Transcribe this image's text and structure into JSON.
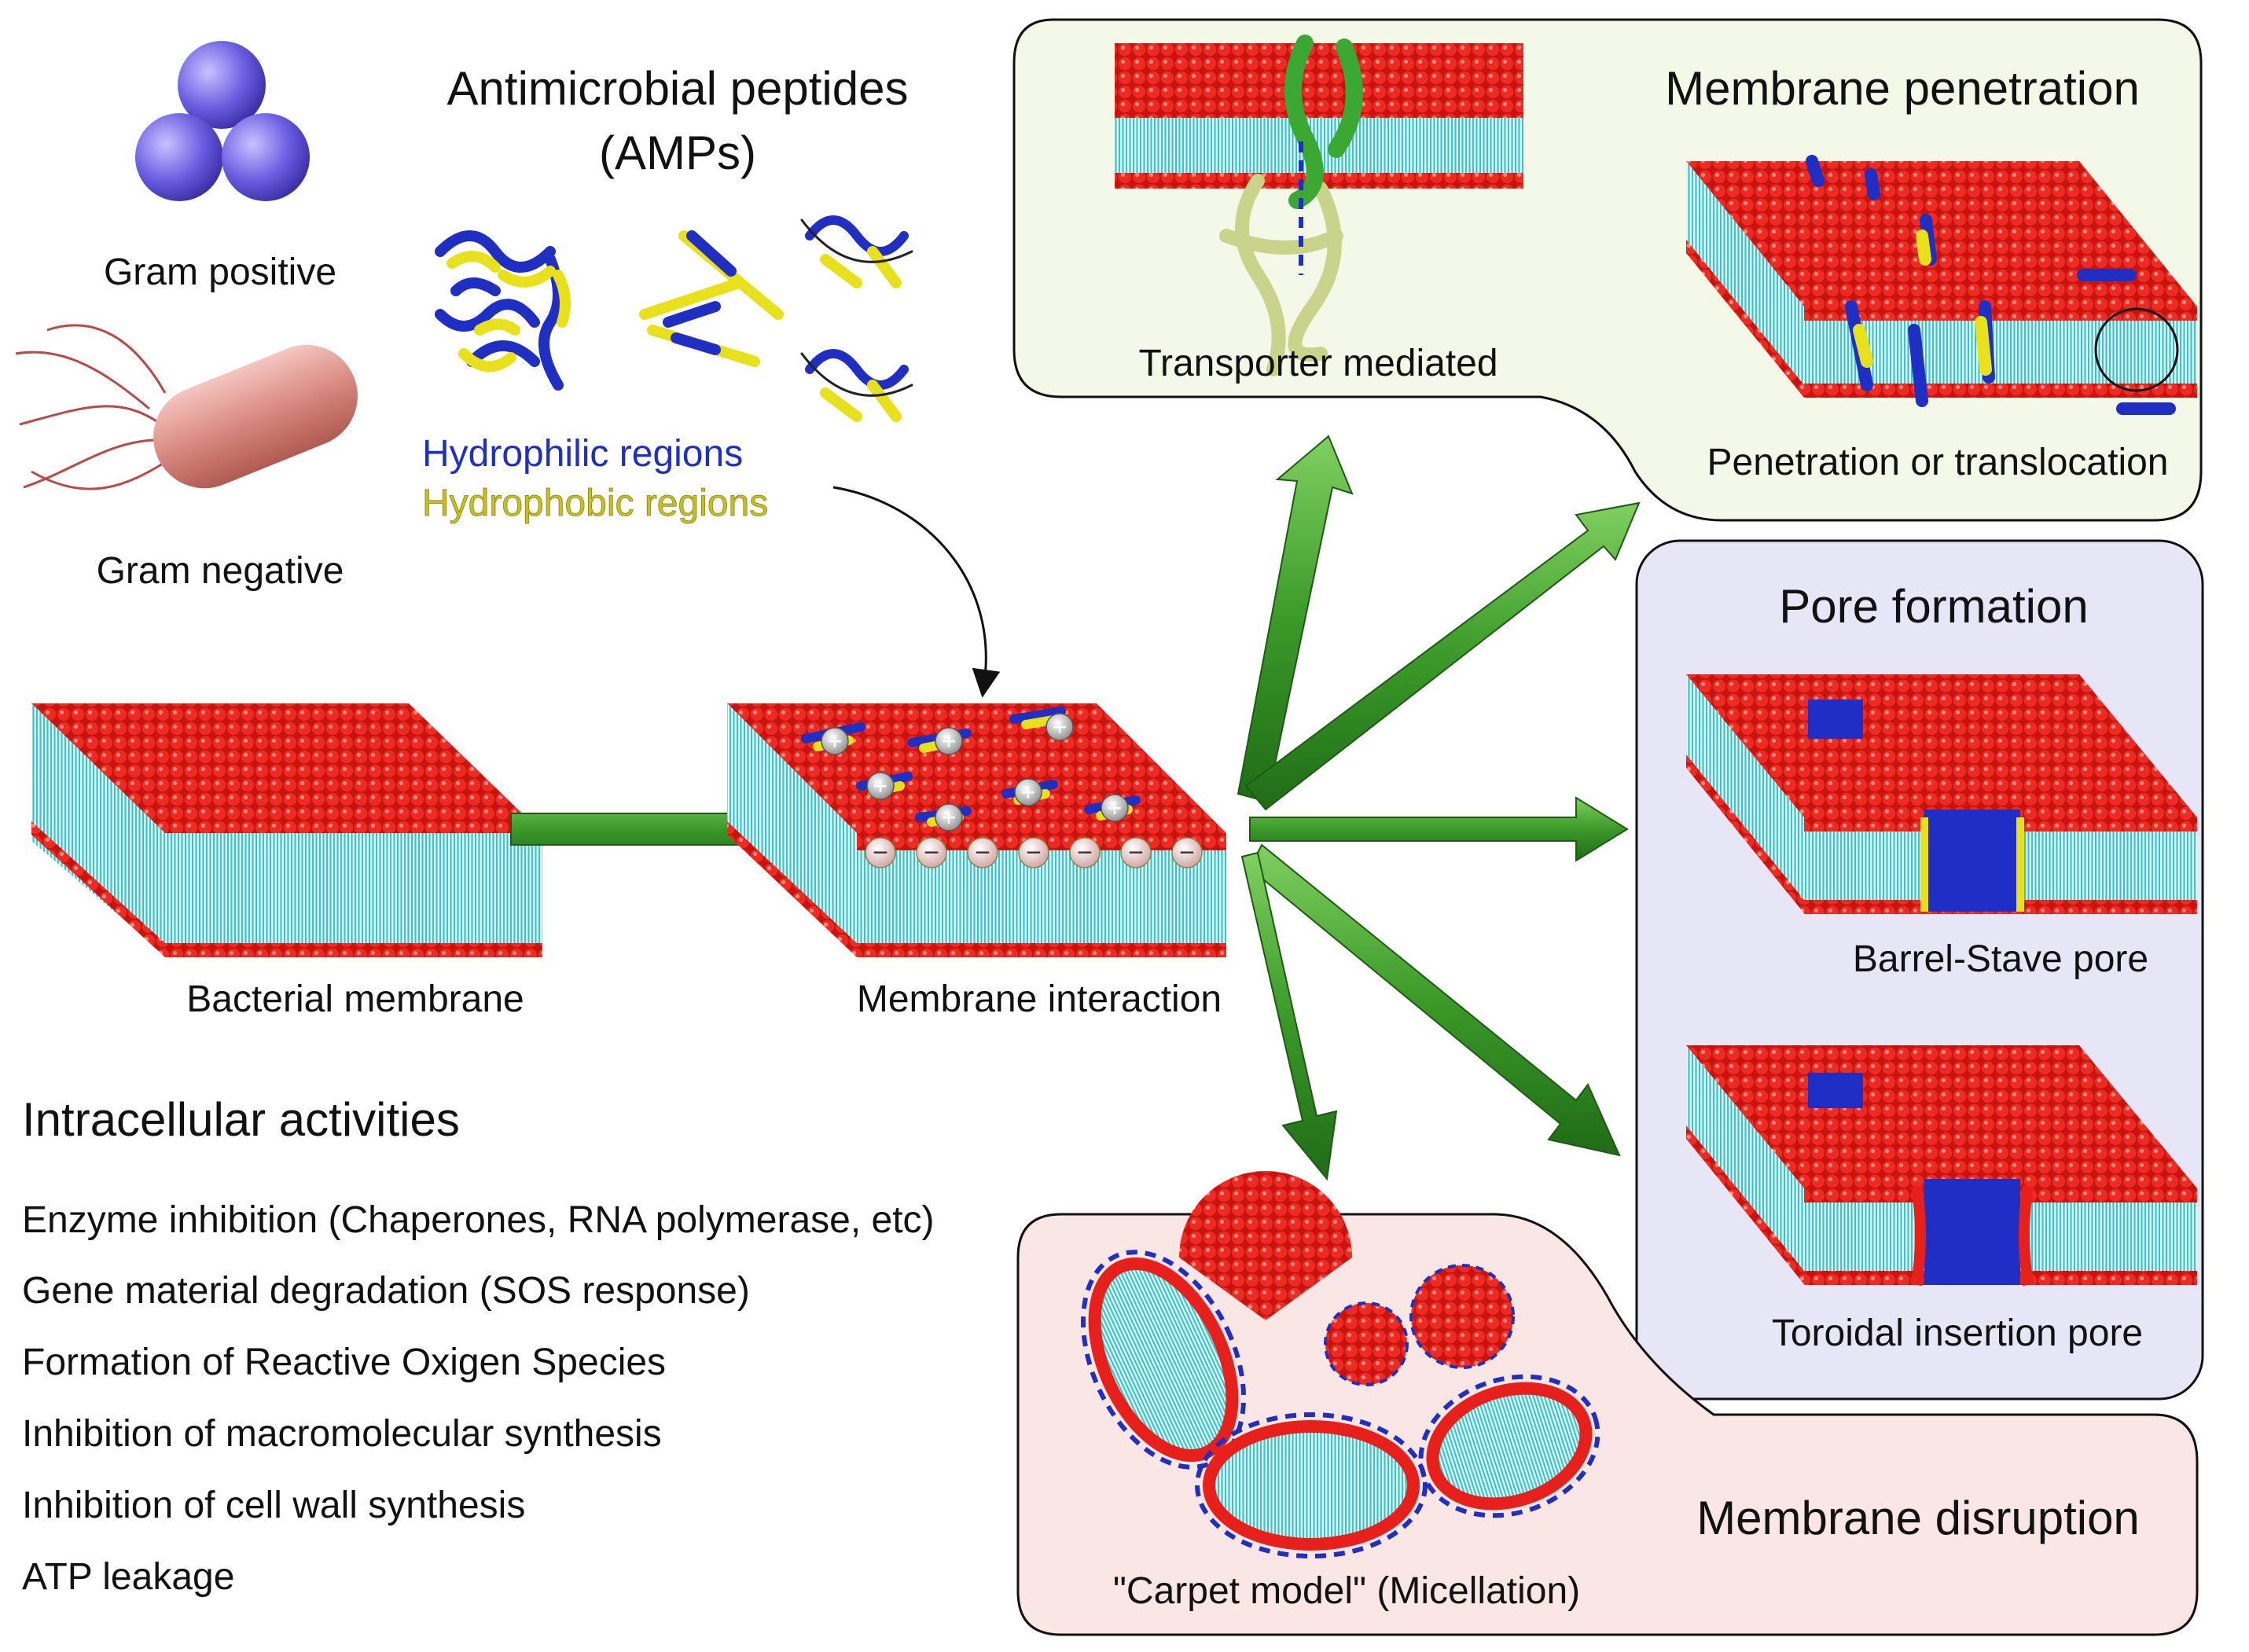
{
  "organisms": {
    "gram_positive": "Gram positive",
    "gram_negative": "Gram negative"
  },
  "amps": {
    "title_line1": "Antimicrobial peptides",
    "title_line2": "(AMPs)",
    "hydrophilic": "Hydrophilic regions",
    "hydrophobic": "Hydrophobic regions"
  },
  "stages": {
    "bacterial_membrane": "Bacterial membrane",
    "membrane_interaction": "Membrane interaction"
  },
  "penetration": {
    "title": "Membrane penetration",
    "transporter": "Transporter mediated",
    "translocation": "Penetration or translocation"
  },
  "pore": {
    "title": "Pore formation",
    "barrel": "Barrel-Stave pore",
    "toroidal": "Toroidal insertion pore"
  },
  "disruption": {
    "title": "Membrane disruption",
    "carpet": "\"Carpet model\" (Micellation)"
  },
  "intracellular": {
    "title": "Intracellular activities",
    "items": [
      "Enzyme inhibition (Chaperones, RNA polymerase, etc)",
      "Gene material degradation (SOS response)",
      "Formation of Reactive Oxigen Species",
      "Inhibition of macromolecular synthesis",
      "Inhibition of cell wall synthesis",
      "ATP leakage"
    ]
  },
  "charges": {
    "positive": "+",
    "negative": "−"
  },
  "colors": {
    "lipid_head": "#e8201c",
    "lipid_tail": "#46c8cf",
    "arrow_green": "#3f9a2d",
    "hydrophilic": "#1f2fc4",
    "hydrophobic": "#e8e01a",
    "penetration_bg": "#f4f8e6",
    "pore_bg": "#e6e6f6",
    "disruption_bg": "#fbe6e6"
  }
}
